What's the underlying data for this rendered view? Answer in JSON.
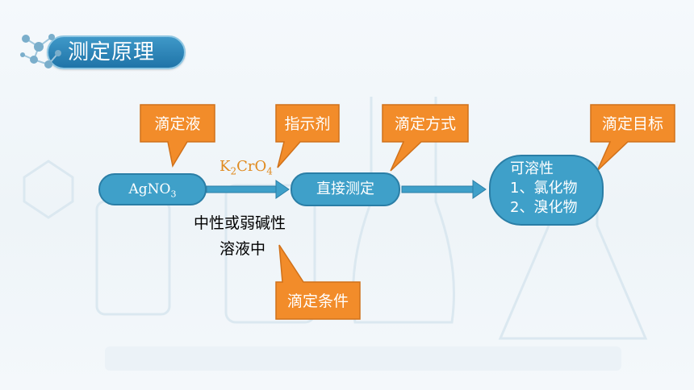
{
  "title": "测定原理",
  "callouts": {
    "titrant": "滴定液",
    "indicator": "指示剂",
    "method": "滴定方式",
    "target": "滴定目标",
    "condition": "滴定条件"
  },
  "nodes": {
    "reagent": {
      "base": "AgNO",
      "sub": "3"
    },
    "method": "直接测定",
    "target": {
      "line1": "可溶性",
      "line2": "1、氯化物",
      "line3": "2、溴化物"
    }
  },
  "indicator_formula": {
    "k": "K",
    "k_sub": "2",
    "cr": "CrO",
    "o_sub": "4"
  },
  "condition_text": {
    "line1": "中性或弱碱性",
    "line2": "溶液中"
  },
  "colors": {
    "title_fill": "#2a86bb",
    "node_fill": "#3fa0c9",
    "callout_fill": "#f28c2a",
    "formula": "#e08a1e"
  }
}
